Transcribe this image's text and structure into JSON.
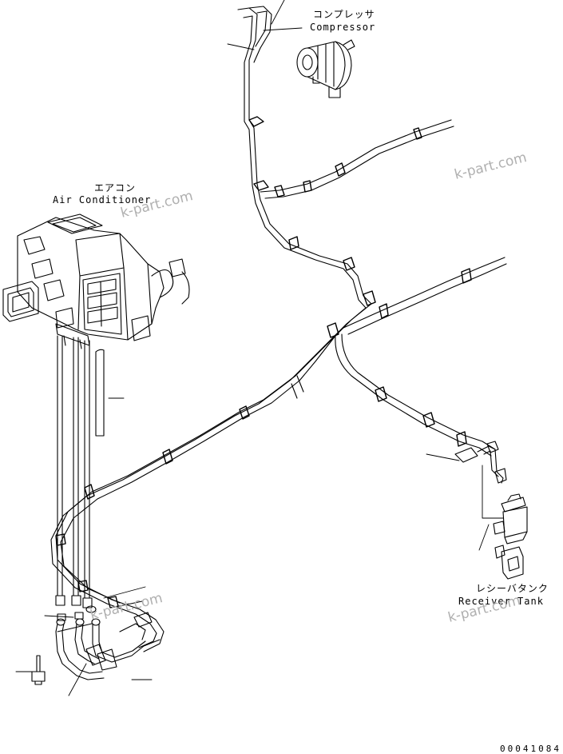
{
  "labels": {
    "compressor_jp": "コンプレッサ",
    "compressor_en": "Compressor",
    "aircon_jp": "エアコン",
    "aircon_en": "Air Conditioner",
    "receiver_jp": "レシーバタンク",
    "receiver_en": "Receiver Tank"
  },
  "watermark": "k-part.com",
  "drawing_code": "00041084"
}
